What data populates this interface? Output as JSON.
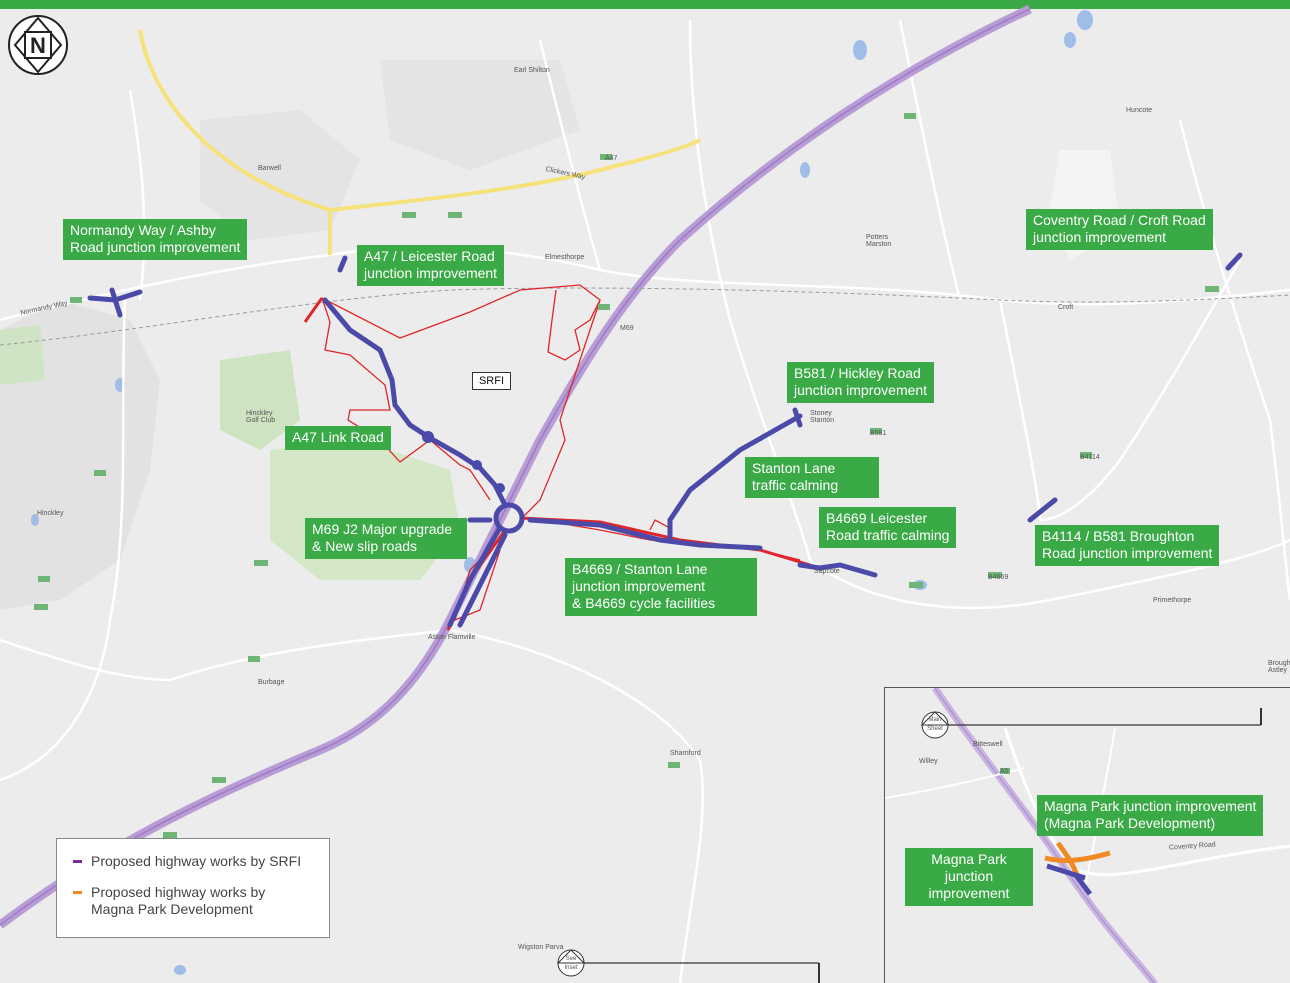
{
  "map": {
    "north_arrow": "N",
    "srfi_label": "SRFI",
    "labels": {
      "normandy": [
        "Normandy Way / Ashby",
        "Road junction improvement"
      ],
      "a47_leicester": [
        "A47 / Leicester Road",
        "junction improvement"
      ],
      "coventry_croft": [
        "Coventry Road / Croft Road",
        "junction improvement"
      ],
      "b581_hinckley": [
        "B581 / Hickley Road",
        "junction improvement"
      ],
      "a47_link": [
        "A47 Link Road"
      ],
      "stanton_calming": [
        "Stanton Lane",
        "traffic calming"
      ],
      "b4669_leicester": [
        "B4669 Leicester",
        "Road traffic calming"
      ],
      "b4114_b581": [
        "B4114 / B581 Broughton",
        "Road junction improvement"
      ],
      "m69_j2": [
        "M69 J2 Major upgrade",
        "& New slip roads"
      ],
      "b4669_stanton": [
        "B4669 / Stanton Lane",
        "junction improvement",
        "& B4669 cycle facilities"
      ]
    },
    "places": [
      "Earl Shilton",
      "Barwell",
      "Elmesthorpe",
      "Potters Marston",
      "Croft",
      "Huncote",
      "Stoney Stanton",
      "Sapcote",
      "Hinckley",
      "Burbage",
      "Aston Flamville",
      "Sharnford",
      "Primethorpe",
      "Wigston Parva",
      "Hinckley Golf Club",
      "Broughton Astley"
    ],
    "road_labels": [
      "M69",
      "A47",
      "B581",
      "B4669",
      "B4114",
      "Clickers Way",
      "Normandy Way"
    ],
    "see_inset": "See Inset"
  },
  "legend": {
    "items": [
      {
        "label": "Proposed highway works by SRFI",
        "color": "#7a2c91"
      },
      {
        "label": "Proposed highway works by Magna Park Development",
        "color": "#f08a24"
      }
    ]
  },
  "inset": {
    "main_sheet": "Main Sheet",
    "places": [
      "Bitteswell",
      "Willey",
      "A5"
    ],
    "road_label": "Coventry Road",
    "labels": {
      "magna_dev": [
        "Magna Park junction improvement",
        "(Magna Park Development)"
      ],
      "magna": [
        "Magna Park",
        "junction",
        "improvement"
      ]
    }
  },
  "colors": {
    "accent_green": "#3aaa47",
    "works_blue": "#4b4aa8",
    "boundary_red": "#e0262a",
    "motorway": "#b89cd6",
    "magna_orange": "#f08a24"
  }
}
